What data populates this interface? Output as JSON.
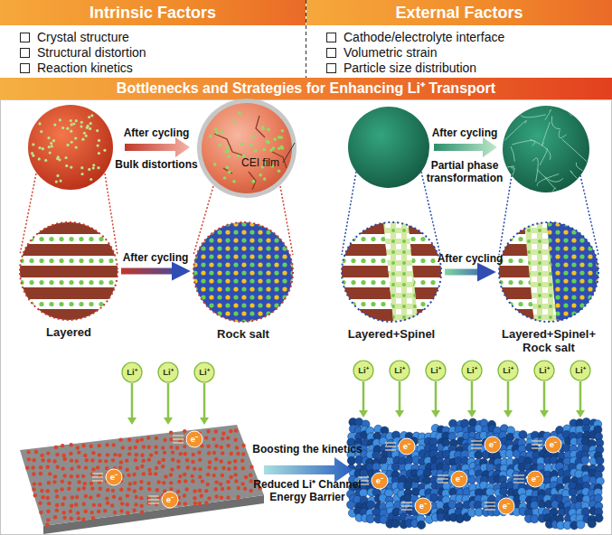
{
  "diagram": {
    "nodes": [
      {
        "text": [
          "Intrinsic Factors",
          "Crystal structure",
          "Structural distortion",
          "Reaction kinetics"
        ]
      },
      {
        "text": [
          "External Factors",
          "Cathode/electrolyte interface",
          "Volumetric strain",
          "Particle size distribution"
        ]
      },
      {
        "text": [
          "Bottlenecks and Strategies for Enhancing Li⁺ Transport"
        ]
      },
      {
        "text": [
          "CEI film"
        ],
        "in": 2
      },
      {
        "text": [
          "Layered"
        ],
        "in": 2
      },
      {
        "text": [
          "Rock salt"
        ],
        "in": 2
      },
      {
        "text": [
          "Layered+Spinel"
        ],
        "in": 2
      },
      {
        "text": [
          "Layered+Spinel+ Rock salt"
        ],
        "in": 2
      }
    ],
    "edges": [
      {
        "from": 4,
        "to": 5,
        "arrow": "to",
        "label": "After cycling"
      },
      {
        "from": 6,
        "to": 7,
        "arrow": "to",
        "label": "After cycling"
      }
    ],
    "labels": [
      "After cycling",
      "Bulk distortions",
      "After cycling",
      "Partial phase transformation",
      "Li⁺",
      "Li⁺",
      "Li⁺",
      "e⁻",
      "e⁻",
      "e⁻",
      "Boosting the kinetics",
      "Reduced Li⁺ Channel Energy Barrier",
      "Li⁺",
      "Li⁺",
      "Li⁺",
      "Li⁺",
      "Li⁺",
      "Li⁺",
      "Li⁺",
      "e⁻",
      "e⁻",
      "e⁻",
      "e⁻",
      "e⁻",
      "e⁻",
      "e⁻",
      "e⁻"
    ]
  }
}
